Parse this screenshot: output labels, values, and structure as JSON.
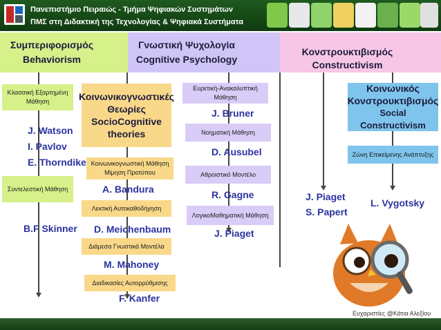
{
  "header": {
    "line1": "Πανεπιστήμιο Πειραιώς - Τμήμα Ψηφιακών Συστημάτων",
    "line2": "ΠΜΣ στη Διδακτική της Τεχνολογίας & Ψηφιακά Συστήματα"
  },
  "columns": {
    "behaviorism": {
      "title_gr": "Συμπεριφορισμός",
      "title_en": "Behaviorism"
    },
    "cognitive": {
      "title_gr": "Γνωστική Ψυχολογία",
      "title_en": "Cognitive Psychology"
    },
    "constructivism": {
      "title_gr": "Κονστρουκτιβισμός",
      "title_en": "Constructivism"
    }
  },
  "behaviorism": {
    "classical_label": "Κλασσική Εξαρτημένη Μάθηση",
    "names1": [
      "J. Watson",
      "I. Pavlov",
      "E. Thorndike"
    ],
    "operant_label": "Συντελεστική Μάθηση",
    "name2": "B.F Skinner"
  },
  "sociocognitive": {
    "title_gr1": "Κοινωνικογνωστικές",
    "title_gr2": "Θεωρίες",
    "title_en1": "SocioCognitive",
    "title_en2": "theories",
    "label1": "Κοινωνικογνωστική Μάθηση Μίμηση Προτύπου",
    "name1": "A. Bandura",
    "label2": "Λεκτική Αυτοκαθοδήγηση",
    "name2": "D. Meichenbaum",
    "label3": "Διάμεσα Γνωστικά Μοντέλα",
    "name3": "M. Mahoney",
    "label4": "Διαδικασίες Αυτορρύθμισης",
    "name4": "F. Kanfer"
  },
  "cognitive": {
    "label1": "Ευρετική-Ανακαλυπτική Μάθηση",
    "name1": "J. Bruner",
    "label2": "Νοηματική Μάθηση",
    "name2": "D. Ausubel",
    "label3": "Αθροιστικό Μοντέλο",
    "name3": "R. Gagne",
    "label4": "ΛογικοΜαθηματική Μάθηση",
    "name4": "J. Piaget"
  },
  "constructivism": {
    "names_left": [
      "J. Piaget",
      "S. Papert"
    ],
    "social_gr1": "Κοινωνικός",
    "social_gr2": "Κονστρουκτιβισμός",
    "social_en": "Social Constructivism",
    "zone_label": "Ζώνη Επικείμενης Ανάπτυξης",
    "name_right": "L. Vygotsky"
  },
  "credit": "Ευχαριστίες @Κάτια Αλεξίου",
  "colors": {
    "header_green": "#1f5a1f",
    "behaviorism_band": "#d6f08a",
    "cognitive_band": "#cfc6f7",
    "constructivism_band": "#f7c6e6",
    "orange_box": "#f9d88a",
    "cognitive_box": "#d9ccf7",
    "blue_box": "#7fc4ec",
    "green_box": "#d6f08a",
    "name_blue": "#2a33a0"
  }
}
